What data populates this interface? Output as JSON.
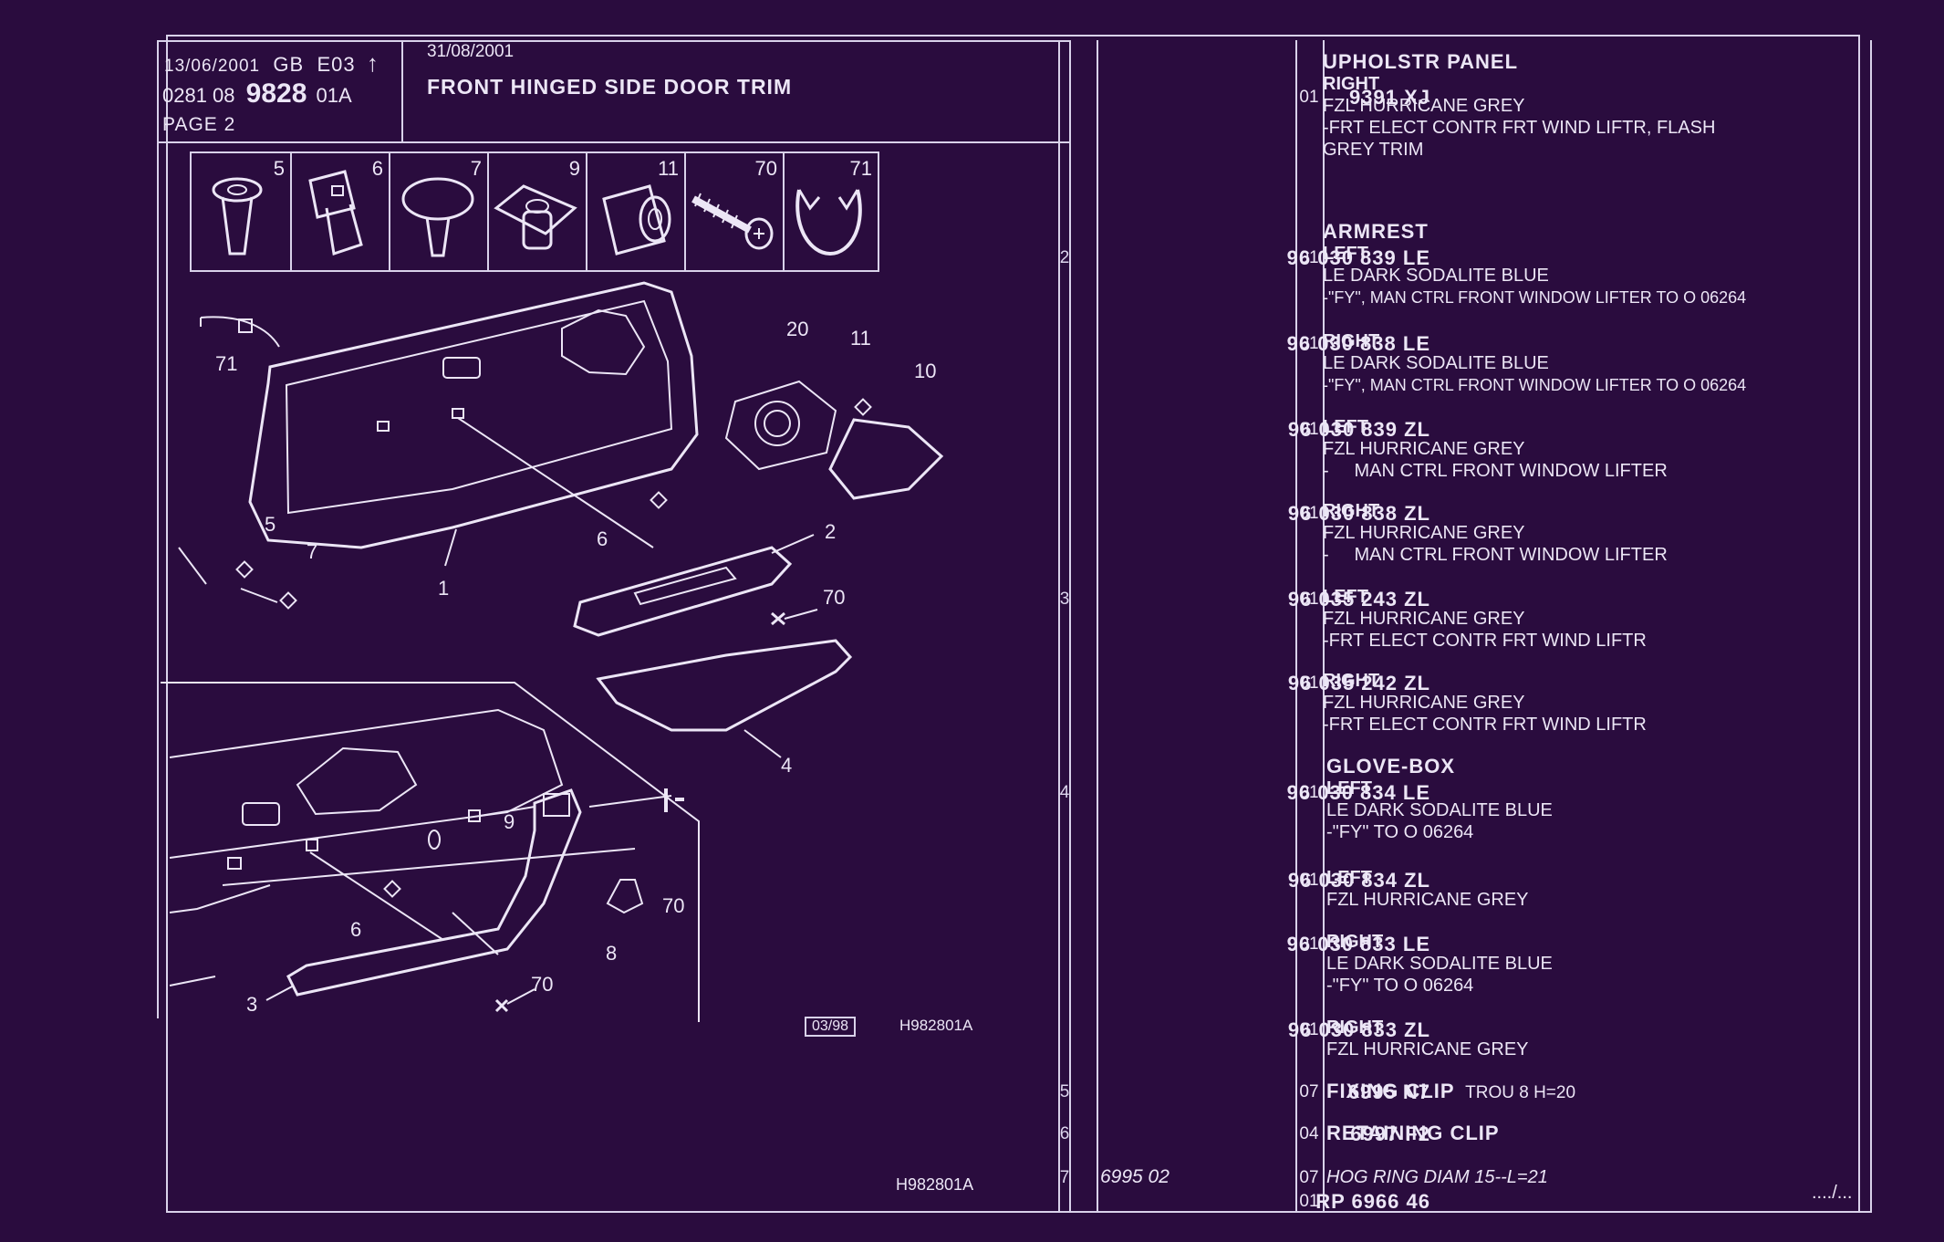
{
  "header": {
    "date": "13/06/2001",
    "lang": "GB",
    "edition": "E03",
    "arrow": "↑",
    "code_prefix": "0281 08",
    "group": "9828",
    "code_suffix": "01A",
    "page": "PAGE 2",
    "date2": "31/08/2001",
    "title": "FRONT HINGED SIDE DOOR TRIM"
  },
  "fastener_icons": [
    {
      "num": "5",
      "icon": "push-rivet-icon"
    },
    {
      "num": "6",
      "icon": "clip-bracket-icon"
    },
    {
      "num": "7",
      "icon": "mushroom-clip-icon"
    },
    {
      "num": "9",
      "icon": "nut-plate-icon"
    },
    {
      "num": "11",
      "icon": "grommet-icon"
    },
    {
      "num": "70",
      "icon": "screw-icon"
    },
    {
      "num": "71",
      "icon": "hog-ring-icon"
    }
  ],
  "diagram": {
    "callouts": [
      "71",
      "20",
      "11",
      "10",
      "5",
      "7",
      "1",
      "6",
      "2",
      "70",
      "4",
      "9",
      "70",
      "6",
      "8",
      "3",
      "70"
    ],
    "stamp": "03/98",
    "code": "H982801A",
    "footer_code": "H982801A"
  },
  "rows": [
    {
      "ref": "",
      "pn": "9391 XJ",
      "qty": "01",
      "heading": "UPHOLSTR PANEL",
      "side": "RIGHT",
      "lines": [
        "FZL HURRICANE GREY",
        "-FRT ELECT CONTR FRT WIND LIFTR, FLASH",
        "GREY TRIM"
      ]
    },
    {
      "ref": "2",
      "pn": "96 030 839 LE",
      "qty": "01",
      "heading": "ARMREST",
      "side": "LEFT",
      "lines": [
        "LE DARK SODALITE BLUE",
        "-\"FY\", MAN CTRL FRONT WINDOW LIFTER TO  O  06264"
      ]
    },
    {
      "ref": "",
      "pn": "96 030 838 LE",
      "qty": "01",
      "heading": "",
      "side": "RIGHT",
      "lines": [
        "LE DARK SODALITE BLUE",
        "-\"FY\", MAN CTRL FRONT WINDOW LIFTER TO  O  06264"
      ]
    },
    {
      "ref": "",
      "pn": "96 030 839 ZL",
      "qty": "01",
      "heading": "",
      "side": "LEFT",
      "lines": [
        "FZL HURRICANE GREY",
        "-     MAN CTRL FRONT WINDOW LIFTER"
      ]
    },
    {
      "ref": "",
      "pn": "96 030 838 ZL",
      "qty": "01",
      "heading": "",
      "side": "RIGHT",
      "lines": [
        "FZL HURRICANE GREY",
        "-     MAN CTRL FRONT WINDOW LIFTER"
      ]
    },
    {
      "ref": "3",
      "pn": "96 035 243 ZL",
      "qty": "01",
      "heading": "",
      "side": "LEFT",
      "lines": [
        "FZL HURRICANE GREY",
        "-FRT ELECT CONTR FRT WIND LIFTR"
      ]
    },
    {
      "ref": "",
      "pn": "96 035 242 ZL",
      "qty": "01",
      "heading": "",
      "side": "RIGHT",
      "lines": [
        "FZL HURRICANE GREY",
        "-FRT ELECT CONTR FRT WIND LIFTR"
      ]
    },
    {
      "ref": "4",
      "pn": "96 030 834 LE",
      "qty": "01",
      "heading": "GLOVE-BOX",
      "side": "LEFT",
      "lines": [
        "LE DARK SODALITE BLUE",
        "-\"FY\" TO  O  06264"
      ]
    },
    {
      "ref": "",
      "pn": "96 030 834 ZL",
      "qty": "01",
      "heading": "",
      "side": "LEFT",
      "lines": [
        "FZL HURRICANE GREY"
      ]
    },
    {
      "ref": "",
      "pn": "96 030 833 LE",
      "qty": "01",
      "heading": "",
      "side": "RIGHT",
      "lines": [
        "LE DARK SODALITE BLUE",
        "-\"FY\" TO  O  06264"
      ]
    },
    {
      "ref": "",
      "pn": "96 030 833 ZL",
      "qty": "01",
      "heading": "",
      "side": "RIGHT",
      "lines": [
        "FZL HURRICANE GREY"
      ]
    },
    {
      "ref": "5",
      "pn": "6995 N7",
      "qty": "07",
      "heading": "",
      "side": "FIXING CLIP",
      "extra": "TROU 8 H=20",
      "lines": []
    },
    {
      "ref": "6",
      "pn": "6997 F2",
      "qty": "04",
      "heading": "",
      "side": "RETAINING CLIP",
      "lines": []
    },
    {
      "ref": "7",
      "pn_italic": "6995 02",
      "pn": "RP  6966 46",
      "qty": "07",
      "qty2": "01",
      "heading": "",
      "side": "HOG RING DIAM 15--L=21",
      "lines": []
    }
  ],
  "continuation": "..../...",
  "colors": {
    "background": "#2a0c3e",
    "ink": "#ece6f6"
  }
}
